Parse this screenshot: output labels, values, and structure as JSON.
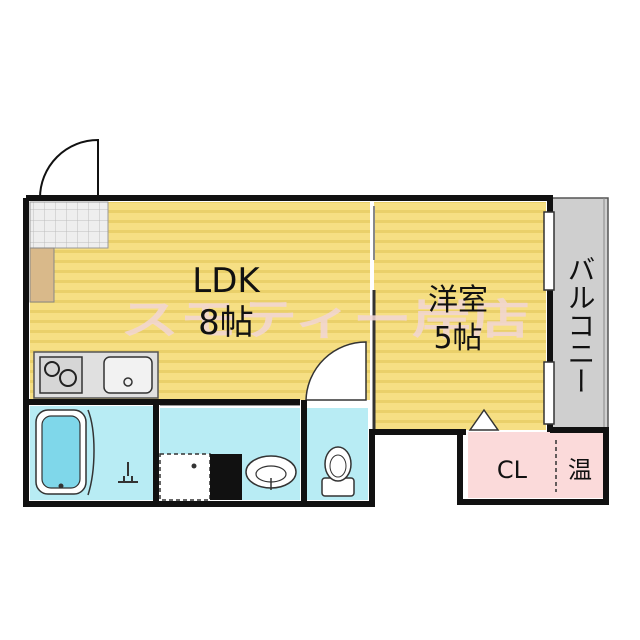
{
  "rooms": {
    "ldk": {
      "name": "LDK",
      "size": "8帖"
    },
    "western_room": {
      "name": "洋室",
      "size": "5帖"
    },
    "balcony": {
      "name": "バルコニー"
    },
    "closet": {
      "name": "CL"
    },
    "water_heater": {
      "name": "温"
    }
  },
  "watermark": "スモティー岸店",
  "colors": {
    "flooring": "#f6df84",
    "flooring_stripe": "#ead06a",
    "wet_area": "#b8ecf4",
    "closet": "#fbdada",
    "balcony": "#cfcfcf",
    "entrance_tile": "#e6e6e6",
    "wall": "#111111"
  }
}
